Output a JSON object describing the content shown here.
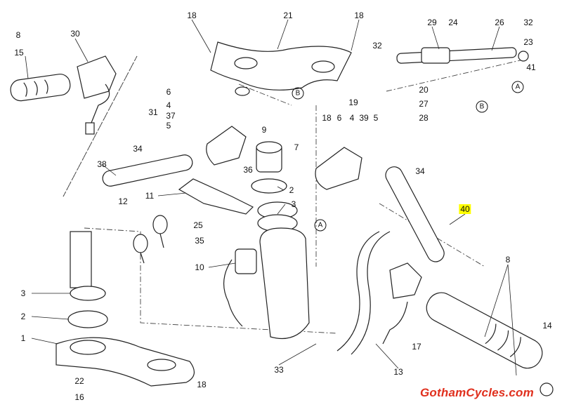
{
  "diagram": {
    "title": "Handlebar and controls parts diagram",
    "callouts": [
      "8",
      "15",
      "30",
      "18",
      "21",
      "18",
      "29",
      "24",
      "26",
      "32",
      "32",
      "23",
      "41",
      "20",
      "27",
      "28",
      "6",
      "4",
      "31",
      "37",
      "5",
      "19",
      "18",
      "6",
      "4",
      "39",
      "5",
      "9",
      "7",
      "34",
      "38",
      "36",
      "11",
      "2",
      "34",
      "12",
      "25",
      "3",
      "35",
      "10",
      "3",
      "2",
      "1",
      "8",
      "14",
      "17",
      "22",
      "16",
      "18",
      "33",
      "13"
    ],
    "highlighted_callout": "40",
    "references": [
      "B",
      "A",
      "B",
      "A"
    ],
    "highlight_color": "#ffff00"
  },
  "watermark": {
    "text": "GothamCycles.com",
    "color": "#e0301e"
  }
}
